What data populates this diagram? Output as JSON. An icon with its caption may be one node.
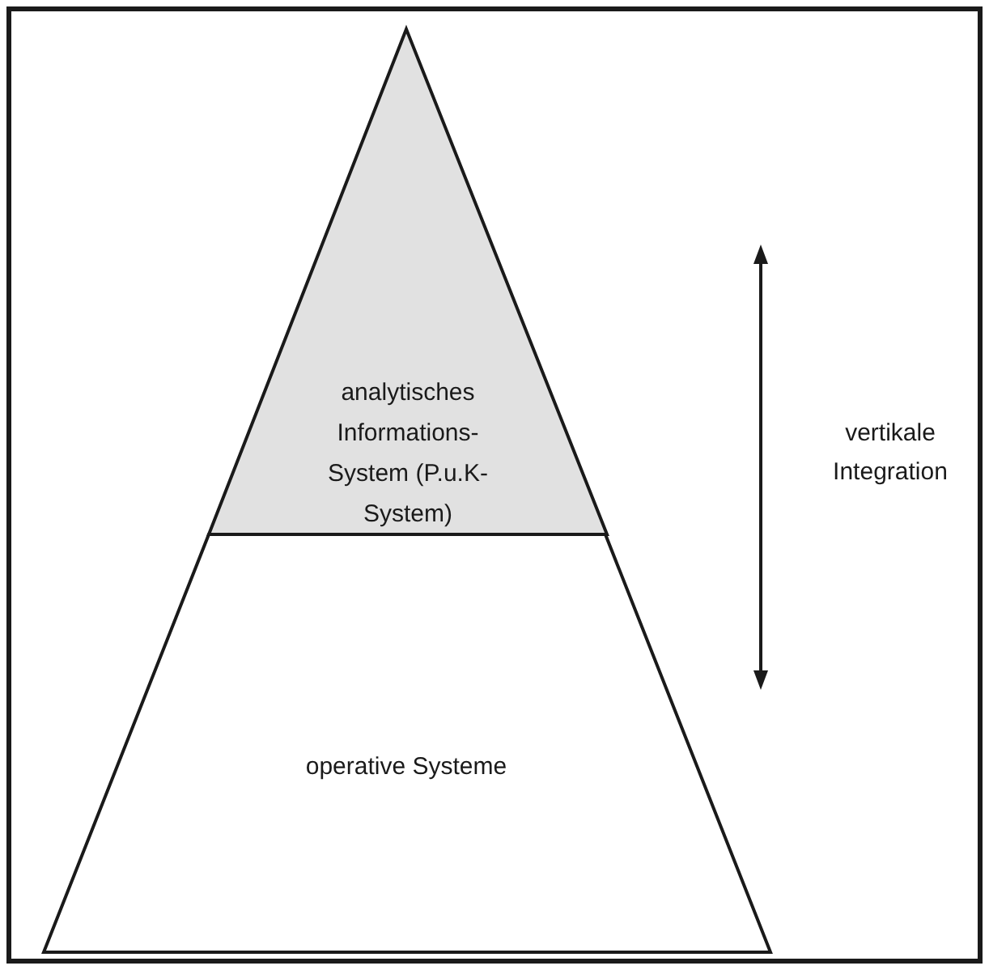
{
  "diagram": {
    "nodes": [
      {
        "text": [
          "analytisches Informations- System (P.u.K-System)"
        ]
      },
      {
        "text": [
          "operative Systeme"
        ]
      }
    ],
    "labels": [
      "vertikale Integration"
    ]
  }
}
